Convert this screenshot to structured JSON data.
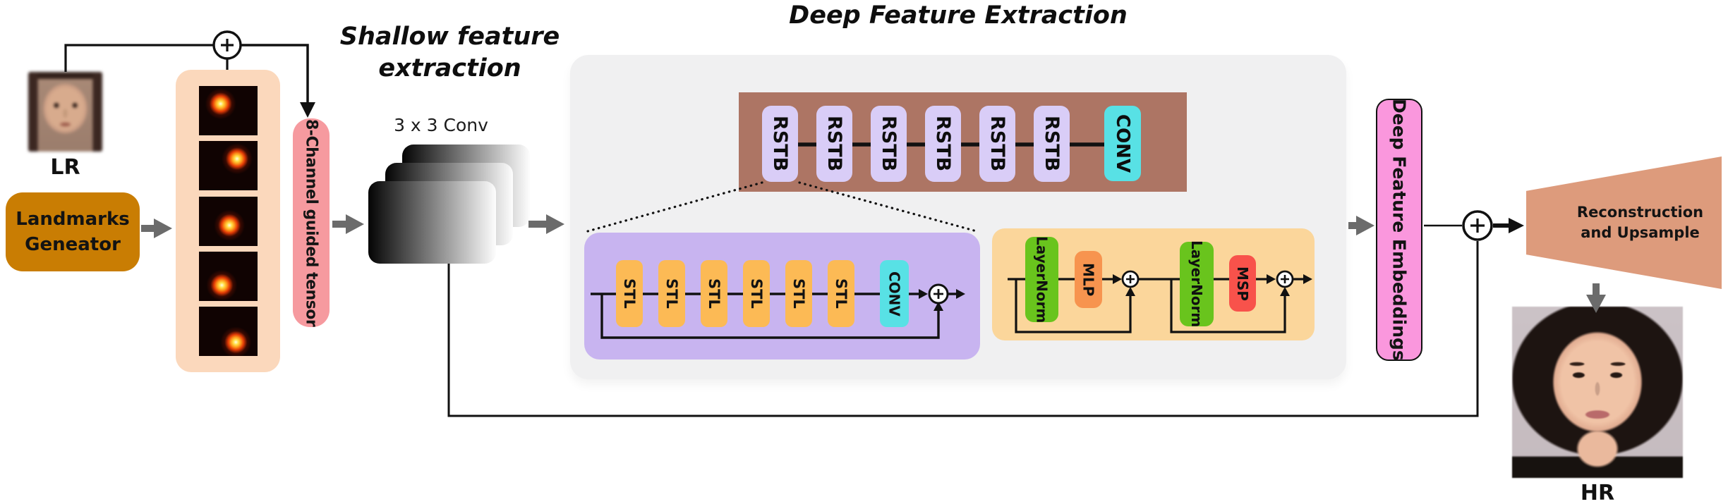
{
  "figure": {
    "deep_title": "Deep Feature Extraction",
    "shallow_title": "Shallow feature extraction",
    "conv_label": "3 x 3 Conv"
  },
  "lr": {
    "label": "LR"
  },
  "hr": {
    "label": "HR"
  },
  "landmarks_generator": {
    "label": "Landmarks Geneator"
  },
  "guided_tensor": {
    "label": "8-Channel guided tensor"
  },
  "heatmaps": {
    "count": 5,
    "dot_positions_pct": [
      [
        37,
        36
      ],
      [
        65,
        36
      ],
      [
        52,
        58
      ],
      [
        39,
        68
      ],
      [
        63,
        72
      ]
    ]
  },
  "rstb_chain": {
    "blocks": [
      "RSTB",
      "RSTB",
      "RSTB",
      "RSTB",
      "RSTB",
      "RSTB"
    ],
    "conv_label": "CONV"
  },
  "stl_chain": {
    "blocks": [
      "STL",
      "STL",
      "STL",
      "STL",
      "STL",
      "STL"
    ],
    "conv_label": "CONV"
  },
  "transformer": {
    "layernorm1": "LayerNorm",
    "mlp": "MLP",
    "layernorm2": "LayerNorm",
    "msp": "MSP"
  },
  "embeddings": {
    "label": "Deep Feature Embeddings"
  },
  "reconstruction": {
    "label": "Reconstruction and Upsample"
  },
  "colors": {
    "landmarks_box": "#c97d03",
    "heatmap_panel": "#fbd8bc",
    "guided_tensor": "#f69a9f",
    "deep_panel": "#f0f0f1",
    "rstb_container": "#ad7564",
    "rstb_block": "#d9cdf7",
    "conv_block": "#58e1e5",
    "stl_container": "#c8b4f0",
    "stl_block": "#fcba55",
    "transformer_container": "#fbd69b",
    "layernorm_block": "#69c41d",
    "mlp_block": "#f7944f",
    "msp_block": "#f8524b",
    "embeddings_box": "#fa97dd",
    "reconstruction_trapezoid": "#dd9b7c",
    "arrow_gray": "#6b6b6b",
    "line_black": "#111111"
  }
}
